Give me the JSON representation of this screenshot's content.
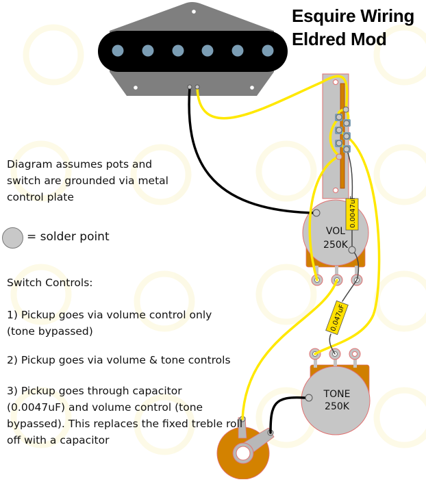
{
  "title": {
    "line1": "Esquire Wiring",
    "line2": "Eldred Mod"
  },
  "notes": {
    "grounding": "Diagram assumes pots and\nswitch are grounded via metal\ncontrol plate",
    "legend_label": "= solder point",
    "switch_heading": "Switch Controls:",
    "positions": [
      "1) Pickup goes via volume control only\n(tone bypassed)",
      "2) Pickup goes via volume & tone controls",
      "3) Pickup goes through capacitor\n(0.0047uF) and volume control (tone\nbypassed). This replaces the fixed treble roll\noff with a capacitor"
    ]
  },
  "components": {
    "volume_pot": {
      "label": "VOL",
      "value": "250K"
    },
    "tone_pot": {
      "label": "TONE",
      "value": "250K"
    },
    "cap_switch": {
      "label": "0.0047uF"
    },
    "cap_tone": {
      "label": "0.047uF"
    }
  },
  "colors": {
    "wire_hot": "#ffe800",
    "wire_ground": "#000000",
    "wire_cap": "#444444",
    "pot_body": "#c6c6c6",
    "pot_base": "#d07f00",
    "baseplate": "#7f7f7f",
    "bobbin": "#000000",
    "polepiece": "#7b9db4",
    "cap_body": "#ffe000",
    "jack": "#d38200"
  }
}
